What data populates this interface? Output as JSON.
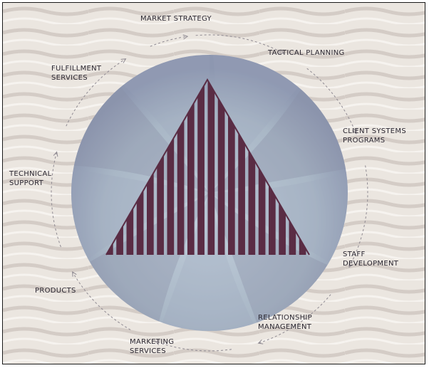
{
  "diagram": {
    "labels": {
      "market_strategy": "MARKET STRATEGY",
      "tactical_planning": "TACTICAL PLANNING",
      "client_systems_programs": "CLIENT SYSTEMS\nPROGRAMS",
      "staff_development": "STAFF\nDEVELOPMENT",
      "relationship_management": "RELATIONSHIP\nMANAGEMENT",
      "marketing_services": "MARKETING\nSERVICES",
      "products": "PRODUCTS",
      "technical_support": "TECHNICAL\nSUPPORT",
      "fulfillment_services": "FULFILLMENT\nSERVICES"
    },
    "colors": {
      "sand": "#e8e2dc",
      "disc_light": "#b4c2d0",
      "disc_dark": "#8a8ea6",
      "triangle": "#5a2c44",
      "label_text": "#2a2630"
    },
    "logo": "striped-triangle-logo"
  }
}
